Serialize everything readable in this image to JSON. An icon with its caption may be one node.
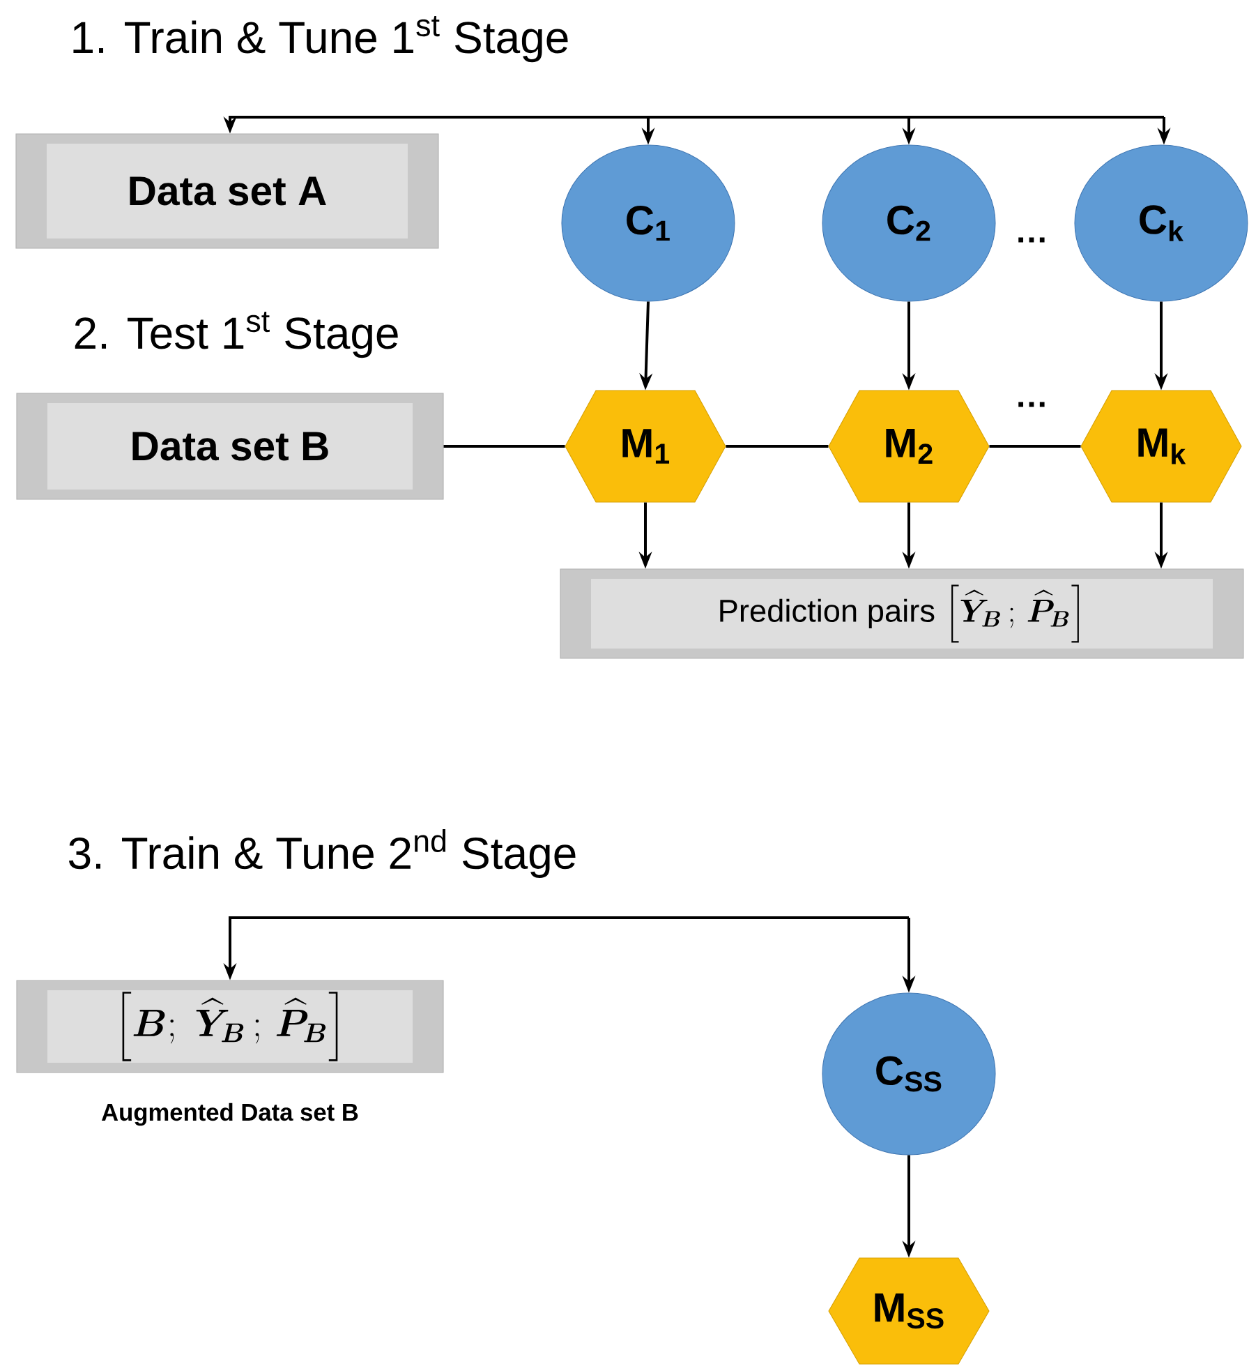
{
  "diagram": {
    "nodes": [
      {
        "text": [
          "Data set A"
        ]
      },
      {
        "text": [
          "C$_{1}$"
        ]
      },
      {
        "text": [
          "C$_{2}$"
        ]
      },
      {
        "text": [
          "C$_{k}$"
        ]
      },
      {
        "text": [
          "Data set B"
        ]
      },
      {
        "text": [
          "M$_{1}$"
        ]
      },
      {
        "text": [
          "M$_{2}$"
        ]
      },
      {
        "text": [
          "M$_{k}$"
        ]
      },
      {
        "text": [
          "Prediction pairs",
          "\\left[\\boldsymbol{\\widehat{Y}_{B}}\\,;\\,\\boldsymbol{\\widehat{P}_{B}}\\right]"
        ]
      },
      {
        "text": [
          "\\left[\\boldsymbol{B};\\ \\boldsymbol{\\widehat{Y}_{B}}\\,;\\,\\boldsymbol{\\widehat{P}_{B}}\\right]"
        ],
        "beside": [
          "Augmented Data set B"
        ]
      },
      {
        "text": [
          "C$_{SS}$"
        ]
      },
      {
        "text": [
          "M$_{SS}$"
        ]
      }
    ],
    "edges": [
      {
        "from": null,
        "to": 0,
        "arrow": "to"
      },
      {
        "from": null,
        "to": 1,
        "arrow": "to"
      },
      {
        "from": null,
        "to": 2,
        "arrow": "to"
      },
      {
        "from": null,
        "to": 3,
        "arrow": "to"
      },
      {
        "from": 1,
        "to": 5,
        "arrow": "to"
      },
      {
        "from": 2,
        "to": 6,
        "arrow": "to"
      },
      {
        "from": 3,
        "to": 7,
        "arrow": "to"
      },
      {
        "from": 4,
        "to": 5,
        "arrow": "none"
      },
      {
        "from": 5,
        "to": 6,
        "arrow": "none"
      },
      {
        "from": 6,
        "to": 7,
        "arrow": "none"
      },
      {
        "from": 5,
        "to": 8,
        "arrow": "to"
      },
      {
        "from": 6,
        "to": 8,
        "arrow": "to"
      },
      {
        "from": 7,
        "to": 8,
        "arrow": "to"
      },
      {
        "from": null,
        "to": 9,
        "arrow": "to"
      },
      {
        "from": null,
        "to": 10,
        "arrow": "to"
      },
      {
        "from": 10,
        "to": 11,
        "arrow": "to"
      }
    ],
    "labels": [
      "1. Train & Tune 1$^{st}$ Stage",
      "…",
      "2. Test 1$^{st}$ Stage",
      "…",
      "3. Train & Tune 2$^{nd}$ Stage"
    ]
  }
}
